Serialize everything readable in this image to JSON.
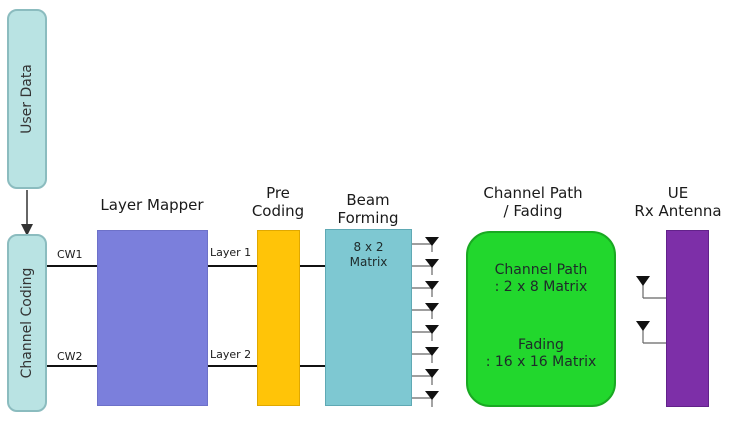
{
  "blocks": {
    "user_data": "User Data",
    "channel_coding": "Channel Coding",
    "layer_mapper": "Layer Mapper",
    "precoding_line1": "Pre",
    "precoding_line2": "Coding",
    "beamforming_line1": "Beam",
    "beamforming_line2": "Forming",
    "channel_path_line1": "Channel Path",
    "channel_path_line2": "/ Fading",
    "ue_line1": "UE",
    "ue_line2": "Rx Antenna"
  },
  "signals": {
    "cw1": "CW1",
    "cw2": "CW2",
    "layer1": "Layer 1",
    "layer2": "Layer 2"
  },
  "beamforming_matrix": {
    "line1": "8 x 2",
    "line2": "Matrix"
  },
  "channel_matrix": {
    "path_line1": "Channel Path",
    "path_line2": ": 2 x 8 Matrix",
    "fading_line1": "Fading",
    "fading_line2": ": 16 x 16 Matrix"
  },
  "colors": {
    "coding": "#b9e3e3",
    "layer_mapper": "#7b7fdc",
    "precoding": "#ffc408",
    "beamforming": "#7ec8d2",
    "channel": "#22d72d",
    "ue": "#7d2fa8"
  },
  "icons": {
    "tx_antenna": "antenna-triangle-icon",
    "rx_antenna": "antenna-triangle-icon"
  }
}
